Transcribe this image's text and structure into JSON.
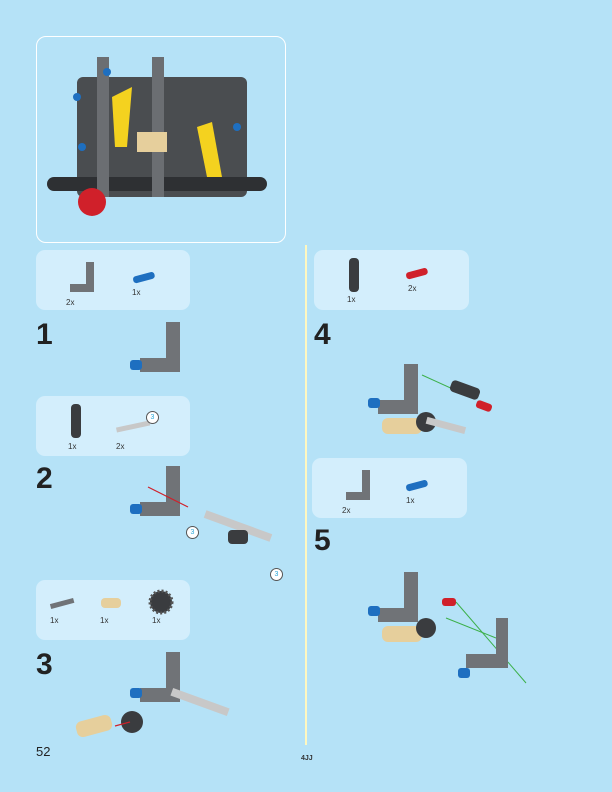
{
  "page_number": "52",
  "footer_code": "4JJ",
  "colors": {
    "background": "#b5e2f7",
    "panel": "#d3eefc",
    "dark_gray": "#4a4d50",
    "light_gray": "#8a8d90",
    "blue": "#1e6fc0",
    "red": "#d0202a",
    "tan": "#e6cf9c",
    "yellow": "#f4d21f"
  },
  "steps": [
    {
      "number": "1",
      "parts": [
        {
          "name": "l-beam",
          "qty": "2x"
        },
        {
          "name": "blue-pin",
          "qty": "1x"
        }
      ]
    },
    {
      "number": "2",
      "parts": [
        {
          "name": "axle-connector",
          "qty": "1x"
        },
        {
          "name": "axle-3",
          "qty": "2x",
          "callout": "3"
        }
      ],
      "callouts": [
        "3",
        "3"
      ]
    },
    {
      "number": "3",
      "parts": [
        {
          "name": "axle",
          "qty": "1x"
        },
        {
          "name": "tan-bush",
          "qty": "1x"
        },
        {
          "name": "gear",
          "qty": "1x"
        }
      ]
    },
    {
      "number": "4",
      "parts": [
        {
          "name": "axle-connector",
          "qty": "1x"
        },
        {
          "name": "red-pin",
          "qty": "2x"
        }
      ]
    },
    {
      "number": "5",
      "parts": [
        {
          "name": "l-beam",
          "qty": "2x"
        },
        {
          "name": "blue-pin",
          "qty": "1x"
        }
      ]
    }
  ]
}
